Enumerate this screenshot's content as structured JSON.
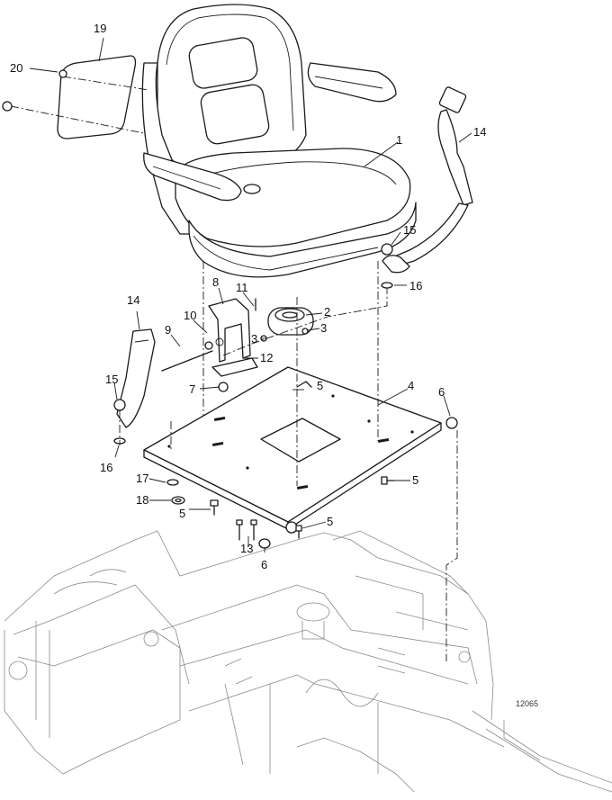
{
  "callouts": {
    "c1": "1",
    "c2": "2",
    "c3a": "3",
    "c3b": "3",
    "c4": "4",
    "c5a": "5",
    "c5b": "5",
    "c5c": "5",
    "c5d": "5",
    "c6a": "6",
    "c6b": "6",
    "c7": "7",
    "c8": "8",
    "c9": "9",
    "c10": "10",
    "c11": "11",
    "c12": "12",
    "c13": "13",
    "c14a": "14",
    "c14b": "14",
    "c15a": "15",
    "c15b": "15",
    "c16a": "16",
    "c16b": "16",
    "c17": "17",
    "c18": "18",
    "c19": "19",
    "c20": "20"
  },
  "drawing_number": "12065"
}
